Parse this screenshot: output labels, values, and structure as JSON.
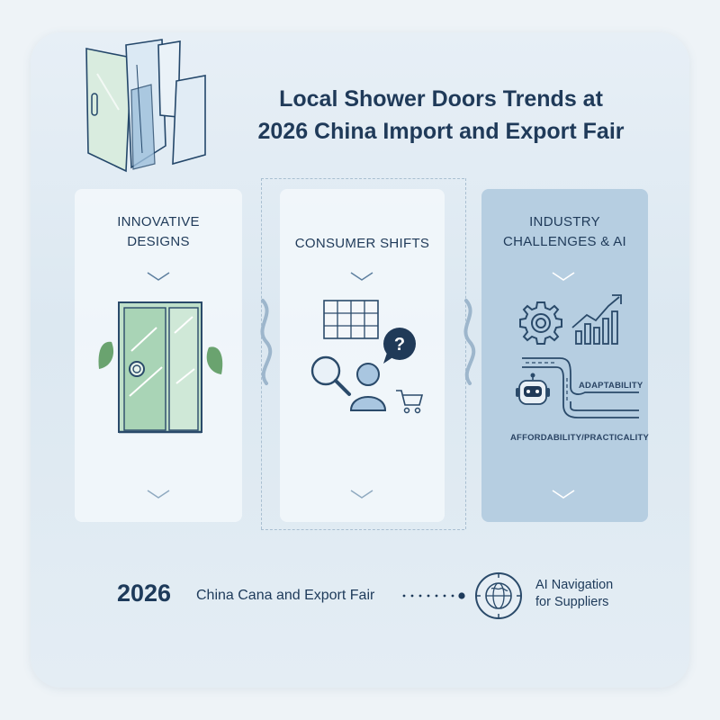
{
  "header": {
    "title_line1": "Local Shower Doors Trends at",
    "title_line2": "2026 China Import and Export Fair"
  },
  "panels": [
    {
      "title_line1": "INNOVATIVE",
      "title_line2": "DESIGNS"
    },
    {
      "title_line1": "CONSUMER SHIFTS",
      "title_line2": ""
    },
    {
      "title_line1": "INDUSTRY",
      "title_line2": "CHALLENGES & AI"
    }
  ],
  "labels": {
    "adaptability": "ADAPTABILITY",
    "affordability": "AFFORDABILITY/PRACTICALITY"
  },
  "footer": {
    "year": "2026",
    "text": "China Cana and Export Fair",
    "nav_line1": "AI Navigation",
    "nav_line2": "for Suppliers"
  },
  "colors": {
    "navy": "#1f3a59",
    "panel_highlight": "#b6cee1",
    "glass_green": "#bfe0c9",
    "leaf_green": "#6aa36f"
  },
  "icons": [
    "shower-glass-panels-icon",
    "shower-door-icon",
    "leaf-icon",
    "grid-table-icon",
    "magnifier-icon",
    "question-bubble-icon",
    "person-icon",
    "shopping-cart-icon",
    "gear-icon",
    "growth-chart-icon",
    "robot-icon",
    "road-fork-icon",
    "globe-icon"
  ]
}
